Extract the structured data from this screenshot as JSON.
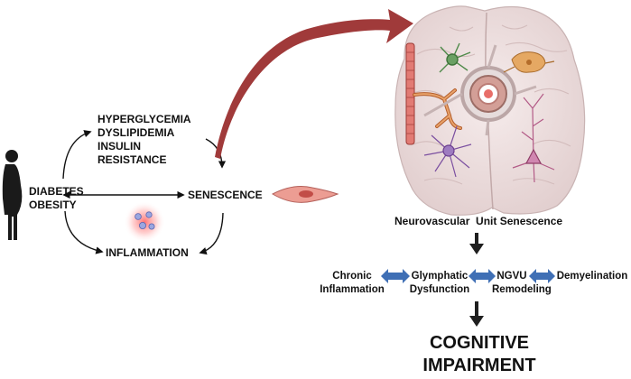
{
  "left": {
    "person_label": [
      "DIABETES",
      "OBESITY"
    ],
    "hyper_lines": [
      "HYPERGLYCEMIA",
      "DYSLIPIDEMIA",
      "INSULIN",
      "RESISTANCE"
    ],
    "senescence": "SENESCENCE",
    "inflammation": "INFLAMMATION"
  },
  "right": {
    "brain_caption": "Neurovascular  Unit Senescence",
    "outcomes": [
      {
        "lines": [
          "Chronic",
          "Inflammation"
        ]
      },
      {
        "lines": [
          "Glymphatic",
          "Dysfunction"
        ]
      },
      {
        "lines": [
          "NGVU",
          "Remodeling"
        ]
      },
      {
        "lines": [
          "Demyelination"
        ]
      }
    ],
    "final": [
      "COGNITIVE",
      "IMPAIRMENT"
    ]
  },
  "colors": {
    "curved_arrow": "#a03a3a",
    "double_arrow": "#3f6fb5",
    "brain": "#ecdede",
    "cell": "#e59a90"
  },
  "icons": [
    "person-icon",
    "senescent-cell-icon",
    "inflammation-cells-icon",
    "brain-icon",
    "neuron-icon",
    "astrocyte-icon",
    "microglia-icon",
    "oligodendrocyte-icon",
    "blood-vessel-icon"
  ]
}
